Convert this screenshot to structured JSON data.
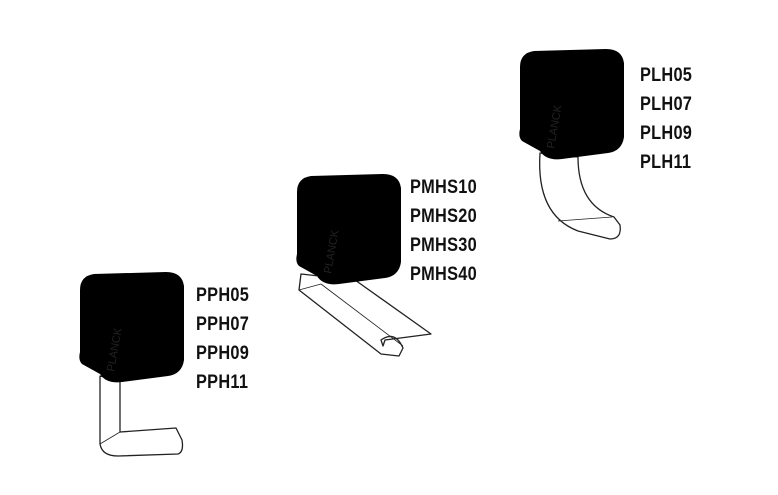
{
  "products": [
    {
      "name": "pph-holder",
      "brand": "PLANCK",
      "codes": [
        "PPH05",
        "PPH07",
        "PPH09",
        "PPH11"
      ]
    },
    {
      "name": "pmhs-holder",
      "brand": "PLANCK",
      "codes": [
        "PMHS10",
        "PMHS20",
        "PMHS30",
        "PMHS40"
      ]
    },
    {
      "name": "plh-holder",
      "brand": "PLANCK",
      "codes": [
        "PLH05",
        "PLH07",
        "PLH09",
        "PLH11"
      ]
    }
  ]
}
